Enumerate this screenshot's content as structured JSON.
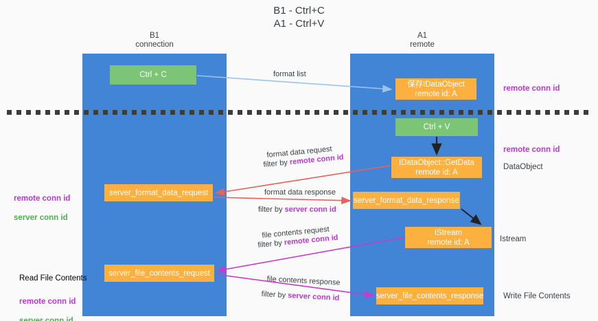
{
  "title": "B1 - Ctrl+C\nA1 - Ctrl+V",
  "columns": {
    "left": "B1\nconnection",
    "right": "A1\nremote"
  },
  "nodes": {
    "ctrl_c": "Ctrl + C",
    "save_dataobject": "保存IDataObject\nremote id: A",
    "ctrl_v": "Ctrl + V",
    "getdata": "IDataObject::GetData\nremote id: A",
    "server_format_data_request": "server_format_data_request",
    "server_format_data_response": "server_format_data_response",
    "istream": "IStream\nremote id: A",
    "server_file_contents_request": "server_file_contents_request",
    "server_file_contents_response": "server_file_contents_response"
  },
  "side_labels": {
    "remote_conn_id_top": "remote conn id",
    "remote_conn_id_mid": "remote conn id",
    "dataobject": "DataObject",
    "istream": "Istream",
    "write_file_contents": "Write File Contents",
    "left_remote_conn_id": "remote conn id",
    "left_server_conn_id": "server conn id",
    "read_file_contents": "Read File Contents",
    "left2_remote_conn_id": "remote conn id",
    "left2_server_conn_id": "server conn id"
  },
  "edge_captions": {
    "format_list": "format list",
    "format_data_request": "format data request",
    "format_data_request_filter_prefix": "filter by ",
    "format_data_request_filter_key": "remote conn id",
    "format_data_response": "format data response",
    "format_data_response_filter_prefix": "filter by ",
    "format_data_response_filter_key": "server conn id",
    "file_contents_request": "file contents request",
    "file_contents_request_filter_prefix": "filter by ",
    "file_contents_request_filter_key": "remote conn id",
    "file_contents_response": "file contents response",
    "file_contents_response_filter_prefix": "filter by ",
    "file_contents_response_filter_key": "server conn id"
  },
  "colors": {
    "lane": "#4285d6",
    "green_node": "#7cc576",
    "orange_node": "#fbb040",
    "purple_text": "#b53bc9",
    "green_text": "#4caf50",
    "red_arrow": "#e8615a",
    "magenta_arrow": "#c63bc9",
    "light_blue_arrow": "#9cc3ea",
    "divider": "#3c3c3c"
  }
}
